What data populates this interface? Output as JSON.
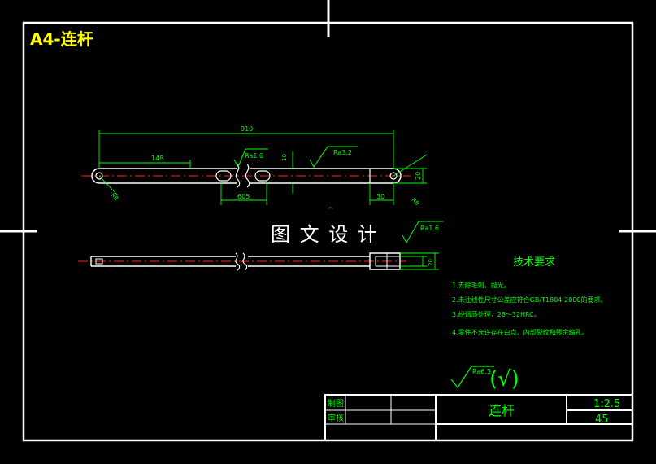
{
  "sheet": {
    "title": "A4-连杆",
    "watermark": "图 文 设 计"
  },
  "colors": {
    "background": "#000000",
    "frame": "#ffffff",
    "dimension": "#00ff00",
    "text": "#00ff00",
    "title": "#ffff00",
    "centerline": "#ff2020",
    "part": "#ffffff",
    "marker": "#ff40ff"
  },
  "dimensions": {
    "overall_length": "910",
    "left_offset": "148",
    "mid_length": "605",
    "height_marker": "10",
    "right_end": "30",
    "right_width": "20",
    "left_radius": "R8",
    "right_radius": "R8",
    "side_width": "20"
  },
  "roughness": {
    "ra_top_left": "Ra1.6",
    "ra_top_right": "Ra3.2",
    "ra_side": "Ra1.6",
    "ra_general": "Ra6.3",
    "ra_general_suffix": "(√)"
  },
  "requirements": {
    "heading": "技术要求",
    "items": [
      "1.去除毛刺，抛光。",
      "2.未注线性尺寸公差应符合GB/T1804-2000的要求。",
      "3.经调质处理，28～32HRC。",
      "4.零件不允许存在白点、内部裂纹和残余缩孔。"
    ]
  },
  "title_block": {
    "drawn_label": "制图",
    "checked_label": "审核",
    "part_name": "连杆",
    "scale": "1:2.5",
    "material": "45"
  }
}
